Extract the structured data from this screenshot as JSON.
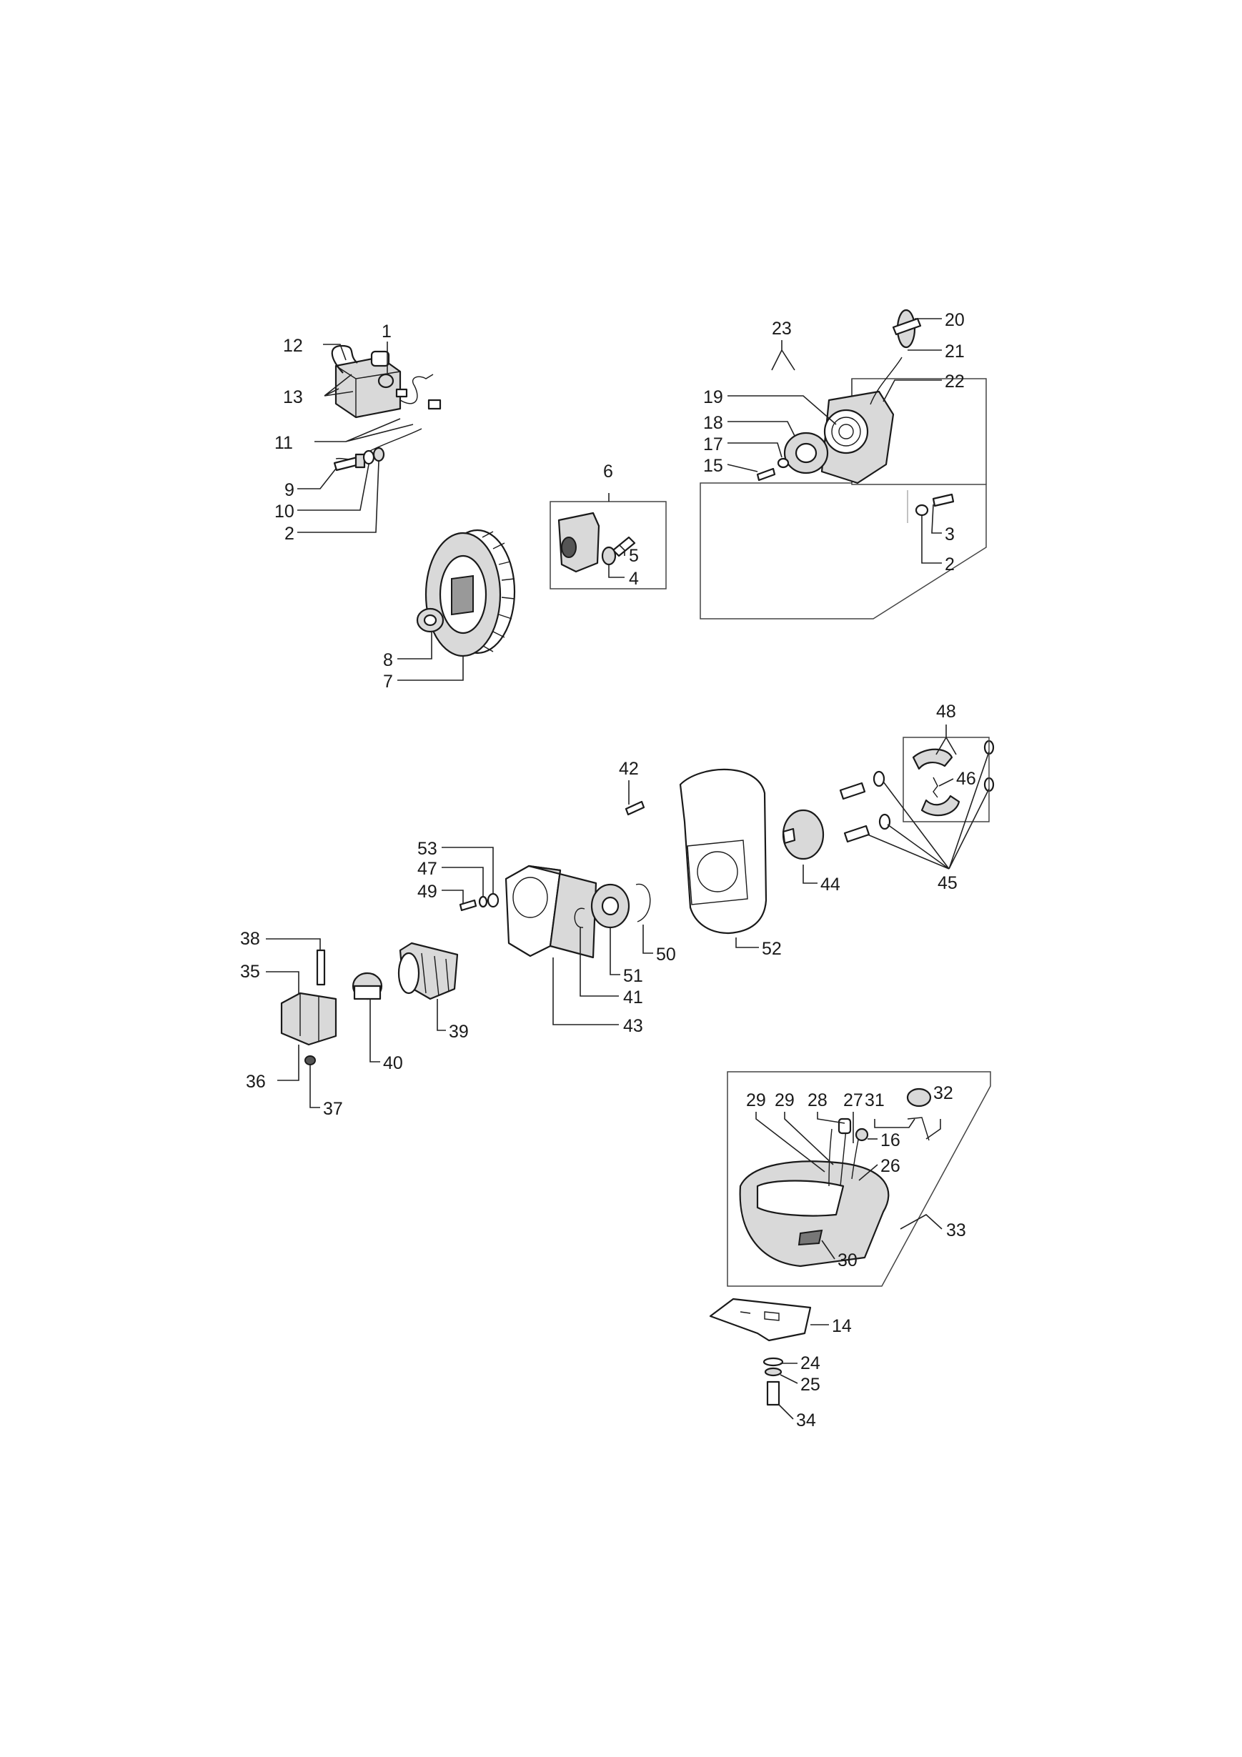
{
  "callouts": [
    {
      "id": "c1",
      "text": "1"
    },
    {
      "id": "c12",
      "text": "12"
    },
    {
      "id": "c13",
      "text": "13"
    },
    {
      "id": "c11",
      "text": "11"
    },
    {
      "id": "c9",
      "text": "9"
    },
    {
      "id": "c10",
      "text": "10"
    },
    {
      "id": "c2a",
      "text": "2"
    },
    {
      "id": "c6",
      "text": "6"
    },
    {
      "id": "c5",
      "text": "5"
    },
    {
      "id": "c4",
      "text": "4"
    },
    {
      "id": "c8",
      "text": "8"
    },
    {
      "id": "c7",
      "text": "7"
    },
    {
      "id": "c23",
      "text": "23"
    },
    {
      "id": "c20",
      "text": "20"
    },
    {
      "id": "c21",
      "text": "21"
    },
    {
      "id": "c22",
      "text": "22"
    },
    {
      "id": "c19",
      "text": "19"
    },
    {
      "id": "c18",
      "text": "18"
    },
    {
      "id": "c17",
      "text": "17"
    },
    {
      "id": "c15",
      "text": "15"
    },
    {
      "id": "c3",
      "text": "3"
    },
    {
      "id": "c2b",
      "text": "2"
    },
    {
      "id": "c48",
      "text": "48"
    },
    {
      "id": "c46",
      "text": "46"
    },
    {
      "id": "c45",
      "text": "45"
    },
    {
      "id": "c42",
      "text": "42"
    },
    {
      "id": "c44",
      "text": "44"
    },
    {
      "id": "c52",
      "text": "52"
    },
    {
      "id": "c53",
      "text": "53"
    },
    {
      "id": "c47",
      "text": "47"
    },
    {
      "id": "c49",
      "text": "49"
    },
    {
      "id": "c50",
      "text": "50"
    },
    {
      "id": "c51",
      "text": "51"
    },
    {
      "id": "c41",
      "text": "41"
    },
    {
      "id": "c43",
      "text": "43"
    },
    {
      "id": "c38",
      "text": "38"
    },
    {
      "id": "c35",
      "text": "35"
    },
    {
      "id": "c39",
      "text": "39"
    },
    {
      "id": "c40",
      "text": "40"
    },
    {
      "id": "c36",
      "text": "36"
    },
    {
      "id": "c37",
      "text": "37"
    },
    {
      "id": "c29a",
      "text": "29"
    },
    {
      "id": "c29b",
      "text": "29"
    },
    {
      "id": "c28",
      "text": "28"
    },
    {
      "id": "c27",
      "text": "27"
    },
    {
      "id": "c31",
      "text": "31"
    },
    {
      "id": "c32",
      "text": "32"
    },
    {
      "id": "c16",
      "text": "16"
    },
    {
      "id": "c26",
      "text": "26"
    },
    {
      "id": "c33",
      "text": "33"
    },
    {
      "id": "c30",
      "text": "30"
    },
    {
      "id": "c14",
      "text": "14"
    },
    {
      "id": "c24",
      "text": "24"
    },
    {
      "id": "c25",
      "text": "25"
    },
    {
      "id": "c34",
      "text": "34"
    }
  ]
}
